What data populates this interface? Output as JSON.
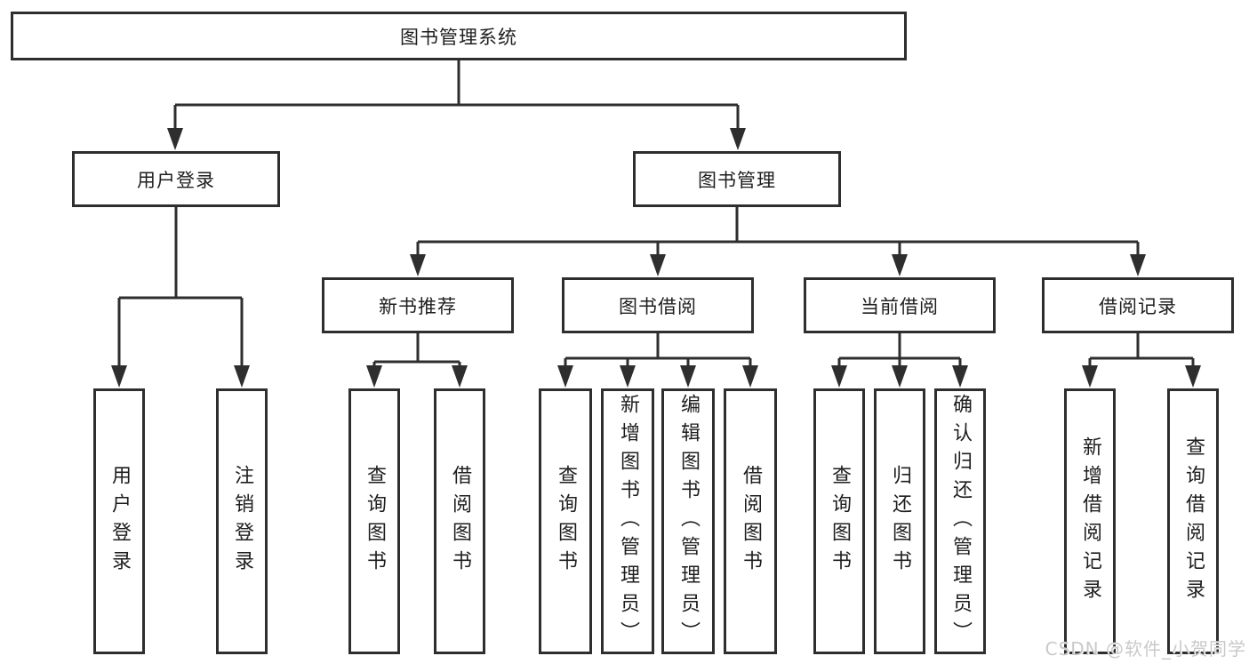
{
  "tree": {
    "label": "图书管理系统",
    "children": [
      {
        "label": "用户登录",
        "children": [
          {
            "label": "用户登录"
          },
          {
            "label": "注销登录"
          }
        ]
      },
      {
        "label": "图书管理",
        "children": [
          {
            "label": "新书推荐",
            "children": [
              {
                "label": "查询图书"
              },
              {
                "label": "借阅图书"
              }
            ]
          },
          {
            "label": "图书借阅",
            "children": [
              {
                "label": "查询图书"
              },
              {
                "label": "新增图书（管理员）"
              },
              {
                "label": "编辑图书（管理员）"
              },
              {
                "label": "借阅图书"
              }
            ]
          },
          {
            "label": "当前借阅",
            "children": [
              {
                "label": "查询图书"
              },
              {
                "label": "归还图书"
              },
              {
                "label": "确认归还（管理员）"
              }
            ]
          },
          {
            "label": "借阅记录",
            "children": [
              {
                "label": "新增借阅记录"
              },
              {
                "label": "查询借阅记录"
              }
            ]
          }
        ]
      }
    ]
  },
  "watermark": {
    "text": "CSDN @软件_小贺同学"
  },
  "colors": {
    "line": "#2e2e2e",
    "text": "#1e1e1e",
    "watermark": "#c9c9c9",
    "background": "#ffffff"
  }
}
